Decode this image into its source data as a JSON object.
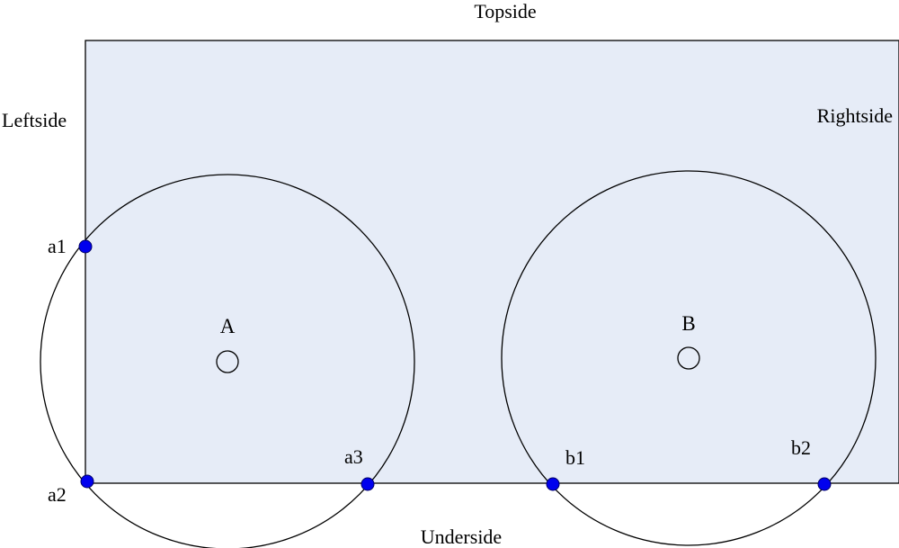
{
  "labels": {
    "topside": "Topside",
    "underside": "Underside",
    "leftside": "Leftside",
    "rightside": "Rightside"
  },
  "circles": {
    "A": "A",
    "B": "B"
  },
  "points": {
    "a1": "a1",
    "a2": "a2",
    "a3": "a3",
    "b1": "b1",
    "b2": "b2"
  },
  "colors": {
    "rectangle_fill": "#e6ecf7",
    "outline": "#000000",
    "point_fill": "#0000ee",
    "point_stroke": "#000066"
  }
}
